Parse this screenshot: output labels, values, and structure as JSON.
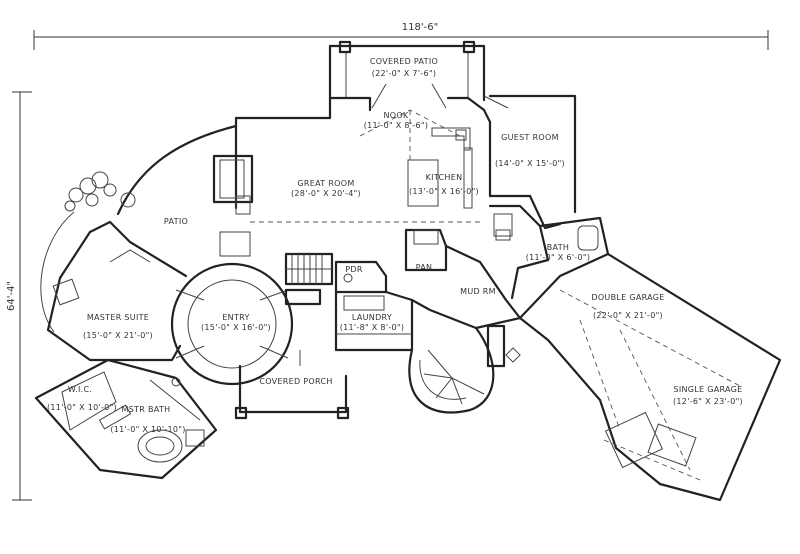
{
  "dimensions": {
    "width": "118'-6\"",
    "depth": "64'-4\""
  },
  "rooms": {
    "covered_patio": {
      "name": "COVERED PATIO",
      "size": "(22'-0\" X 7'-6\")"
    },
    "nook": {
      "name": "NOOK",
      "size": "(11'-0\" X 8'-6\")"
    },
    "guest_room": {
      "name": "GUEST ROOM",
      "size": "(14'-0\" X 15'-0\")"
    },
    "great_room": {
      "name": "GREAT ROOM",
      "size": "(28'-0\" X 20'-4\")"
    },
    "kitchen": {
      "name": "KITCHEN",
      "size": "(13'-0\" X 16'-0\")"
    },
    "patio": {
      "name": "PATIO"
    },
    "bath": {
      "name": "BATH",
      "size": "(11'-0\" X 6'-0\")"
    },
    "pdr": {
      "name": "PDR"
    },
    "pan": {
      "name": "PAN"
    },
    "mud_rm": {
      "name": "MUD RM"
    },
    "double_garage": {
      "name": "DOUBLE GARAGE",
      "size": "(22'-0\" X 21'-0\")"
    },
    "laundry": {
      "name": "LAUNDRY",
      "size": "(11'-8\" X 8'-0\")"
    },
    "entry": {
      "name": "ENTRY",
      "size": "(15'-0\" X 16'-0\")"
    },
    "master_suite": {
      "name": "MASTER SUITE",
      "size": "(15'-0\" X 21'-0\")"
    },
    "wic": {
      "name": "W.I.C.",
      "size": "(11'-0\" X 10'-0\")"
    },
    "mstr_bath": {
      "name": "MSTR BATH",
      "size": "(11'-0\" X 10'-10\")"
    },
    "covered_porch": {
      "name": "COVERED PORCH"
    },
    "single_garage": {
      "name": "SINGLE GARAGE",
      "size": "(12'-6\" X 23'-0\")"
    }
  }
}
